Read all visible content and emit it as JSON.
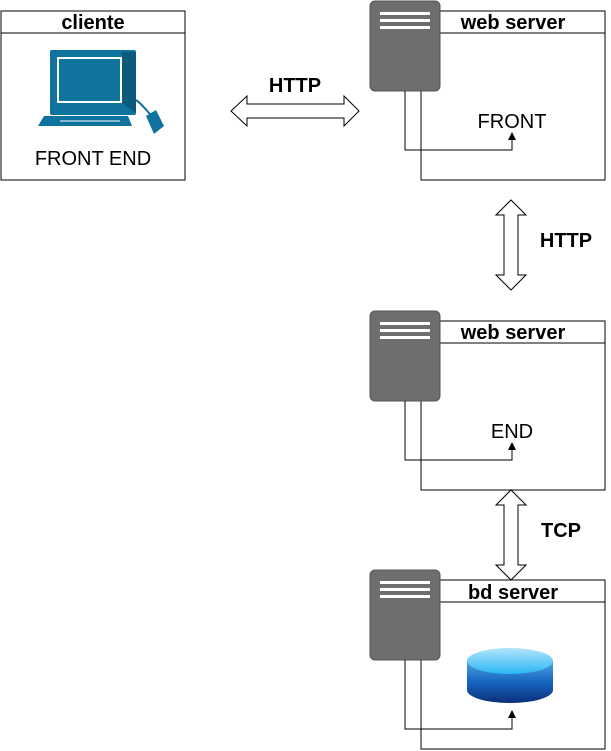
{
  "client": {
    "title": "cliente",
    "caption": "FRONT END",
    "icon": "desktop-computer-icon",
    "color": "#10739E"
  },
  "servers": [
    {
      "title": "web server",
      "content": "FRONT",
      "icon": "server-icon"
    },
    {
      "title": "web server",
      "content": "END",
      "icon": "server-icon"
    },
    {
      "title": "bd server",
      "content": "",
      "icon": "server-icon",
      "extra_icon": "database-icon"
    }
  ],
  "connections": [
    {
      "label": "HTTP"
    },
    {
      "label": "HTTP"
    },
    {
      "label": "TCP"
    }
  ],
  "colors": {
    "server_body": "#6E6E6E",
    "server_dark": "#4D4D4D",
    "database_top": "#29B6F6",
    "database_body": "#0D47A1",
    "stroke": "#000000"
  }
}
